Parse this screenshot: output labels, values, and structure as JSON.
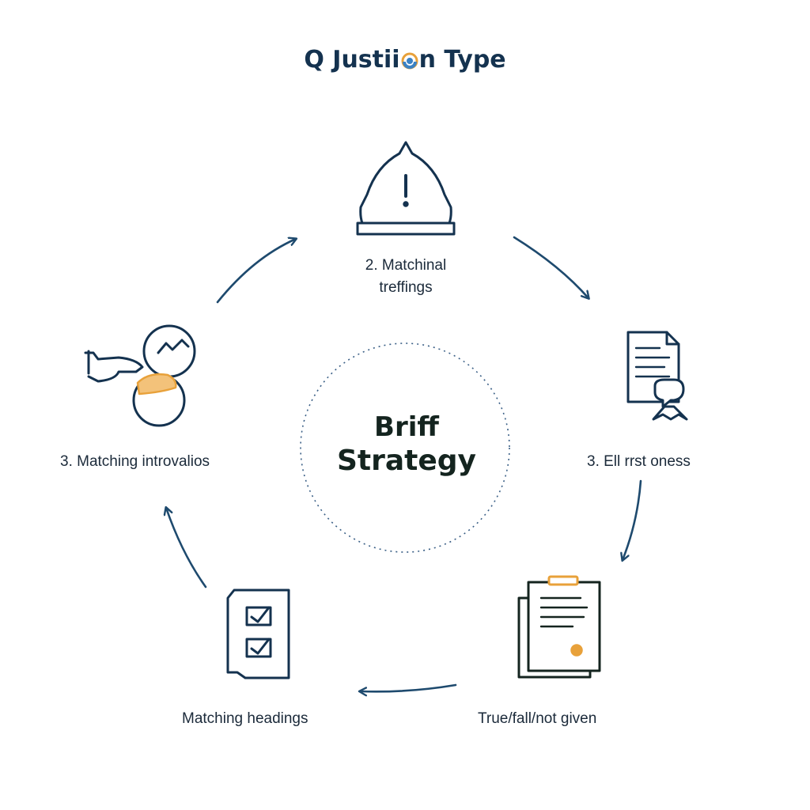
{
  "title": {
    "before": "Q Justii",
    "after": "n Type"
  },
  "center": {
    "line1": "Briff",
    "line2": "Strategy"
  },
  "nodes": [
    {
      "id": "top",
      "label_line1": "2. Matchinal",
      "label_line2": "treffings",
      "icon": "warning-bell-icon"
    },
    {
      "id": "right",
      "label": "3. Ell rrst oness",
      "icon": "document-comment-icon"
    },
    {
      "id": "bottom-right",
      "label": "True/fall/not given",
      "icon": "clipboard-icon"
    },
    {
      "id": "bottom-left",
      "label": "Matching headings",
      "icon": "checklist-icon"
    },
    {
      "id": "left",
      "label": "3. Matching introvalios",
      "icon": "hand-chat-bubbles-icon"
    }
  ],
  "colors": {
    "navy": "#14324f",
    "arrow": "#1e4a6e",
    "accent_orange": "#e8a13a",
    "accent_blue": "#3b82c4",
    "dotted_circle": "#3a5f86"
  }
}
